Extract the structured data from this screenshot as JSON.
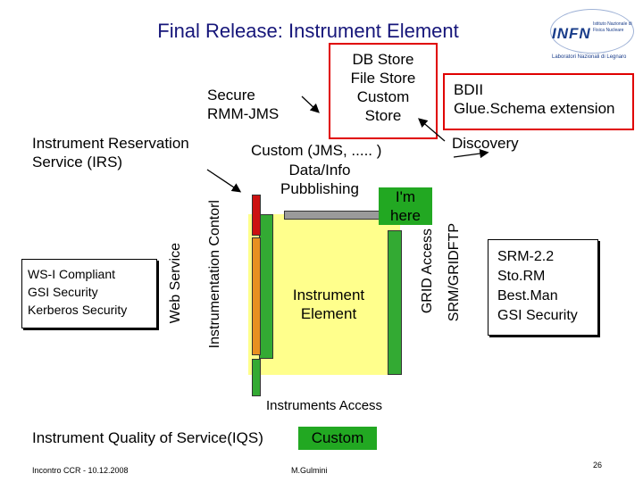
{
  "title": "Final Release: Instrument Element",
  "logo": {
    "text": "INFN",
    "subtitle": "Istituto Nazionale di Fisica Nucleare",
    "caption": "Laboratori Nazionali di Legnaro"
  },
  "db_store": {
    "lines": [
      "DB Store",
      "File Store",
      "Custom",
      "Store"
    ]
  },
  "secure": {
    "line1": "Secure",
    "line2": "RMM-JMS"
  },
  "irs": {
    "line1": "Instrument Reservation",
    "line2": "Service (IRS)"
  },
  "bdii": {
    "line1": "BDII",
    "line2": "Glue.Schema extension",
    "line3": "Discovery"
  },
  "custom_jms": "Custom (JMS, ..... )",
  "data_info": {
    "line1": "Data/Info",
    "line2": "Pubblishing"
  },
  "im_here": {
    "line1": "I'm",
    "line2": "here"
  },
  "ws_box": {
    "line1": "WS-I Compliant",
    "line2": "GSI Security",
    "line3": "Kerberos Security"
  },
  "web_service": "Web Service",
  "instr_control": "Instrumentation Contorl",
  "instrument_element": {
    "line1": "Instrument",
    "line2": "Element"
  },
  "grid_access": "GRID Access",
  "srm_gridftp": "SRM/GRIDFTP",
  "srm_box": {
    "line1": "SRM-2.2",
    "line2": "Sto.RM",
    "line3": "Best.Man",
    "line4": "GSI Security"
  },
  "instruments_access": "Instruments Access",
  "iqs": "Instrument Quality of Service(IQS)",
  "custom_bottom": "Custom",
  "footer": {
    "left": "Incontro CCR - 10.12.2008",
    "center": "M.Gulmini",
    "page": "26"
  },
  "colors": {
    "title": "#16167a",
    "red": "#e00000",
    "green_box": "#22a822",
    "yellow": "#ffff8c",
    "bar_green": "#33aa33",
    "bar_red": "#cc1111",
    "bar_orange": "#e89020",
    "bar_gray": "#9a9a9a"
  }
}
